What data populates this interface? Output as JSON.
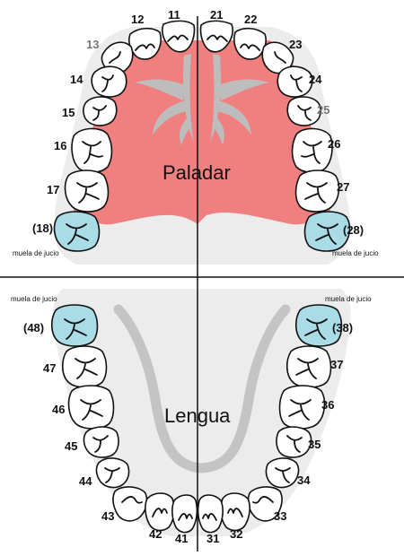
{
  "labels": {
    "upper_region": "Paladar",
    "lower_region": "Lengua",
    "wisdom_note": "muela de jucio"
  },
  "colors": {
    "palate": "#f08080",
    "gum_background": "#ececec",
    "tongue_arch": "#c4c4c4",
    "tooth": "#ffffff",
    "wisdom_tooth": "#a9dce6",
    "number_text": "#111111",
    "greyed_number": "#777777"
  },
  "teeth": {
    "upper_right": [
      "11",
      "12",
      "13",
      "14",
      "15",
      "16",
      "17",
      "(18)"
    ],
    "upper_left": [
      "21",
      "22",
      "23",
      "24",
      "25",
      "26",
      "27",
      "(28)"
    ],
    "lower_left": [
      "31",
      "32",
      "33",
      "34",
      "35",
      "36",
      "37",
      "(38)"
    ],
    "lower_right": [
      "41",
      "42",
      "43",
      "44",
      "45",
      "46",
      "47",
      "(48)"
    ],
    "wisdom_teeth": [
      "(18)",
      "(28)",
      "(38)",
      "(48)"
    ],
    "greyed_numbers": [
      "13",
      "25"
    ]
  }
}
